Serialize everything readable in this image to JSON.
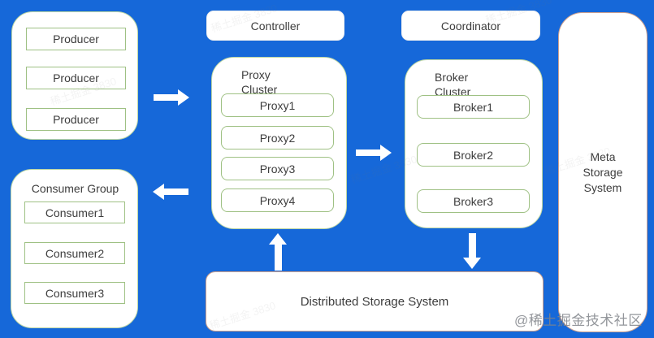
{
  "colors": {
    "background": "#1668d9",
    "green_border": "#9fc184",
    "warm_border": "#cda08d",
    "text": "#3d3d3d",
    "arrow": "#ffffff"
  },
  "nodes": {
    "controller": {
      "label": "Controller"
    },
    "coordinator": {
      "label": "Coordinator"
    },
    "meta_storage": {
      "label": "Meta Storage System"
    },
    "distributed_storage": {
      "label": "Distributed Storage System"
    }
  },
  "producer_group": {
    "items": [
      "Producer",
      "Producer",
      "Producer"
    ]
  },
  "proxy_cluster": {
    "title": "Proxy Cluster",
    "items": [
      "Proxy1",
      "Proxy2",
      "Proxy3",
      "Proxy4"
    ]
  },
  "broker_cluster": {
    "title": "Broker Cluster",
    "items": [
      "Broker1",
      "Broker2",
      "Broker3"
    ]
  },
  "consumer_group": {
    "title": "Consumer Group",
    "items": [
      "Consumer1",
      "Consumer2",
      "Consumer3"
    ]
  },
  "watermark": {
    "credit": "@稀土掘金技术社区",
    "faint": "稀土掘金 3830"
  }
}
